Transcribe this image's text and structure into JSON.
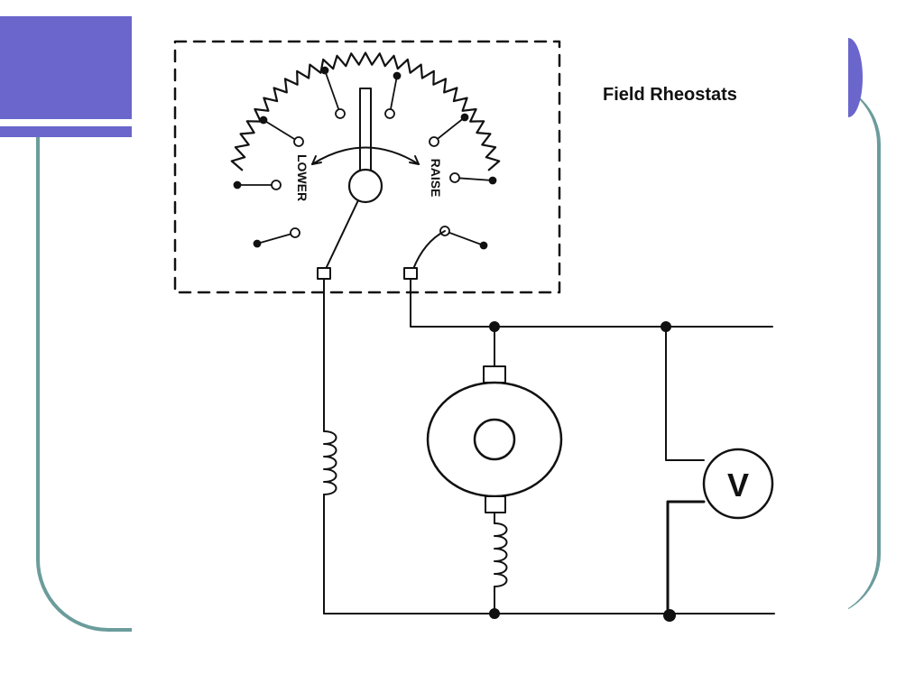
{
  "slide": {
    "title": "Field Rheostats",
    "colors": {
      "accent": "#6a66cc",
      "frame": "#6b9c9c",
      "ink": "#111111"
    }
  },
  "diagram": {
    "rheostat": {
      "lower_label": "LOWER",
      "raise_label": "RAISE"
    },
    "meter": {
      "label": "V"
    },
    "icons": [
      "rheostat-dial-icon",
      "generator-icon",
      "voltmeter-icon",
      "field-coil-icon"
    ]
  }
}
